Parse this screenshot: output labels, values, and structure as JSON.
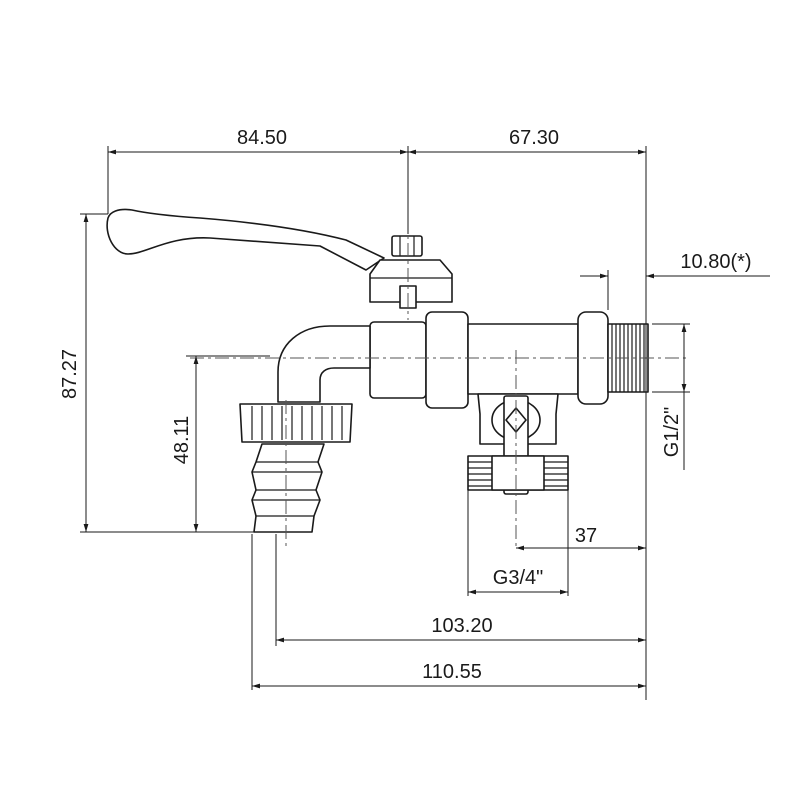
{
  "drawing": {
    "dimensions": {
      "top_left": "84.50",
      "top_right": "67.30",
      "outlet_thread": "10.80(*)",
      "overall_height": "87.27",
      "spout_height": "48.11",
      "inlet_thread": "G1/2\"",
      "bottom_offset": "37",
      "bottom_thread": "G3/4\"",
      "length_inner": "103.20",
      "length_overall": "110.55"
    },
    "line_color": "#1a1a1a"
  }
}
